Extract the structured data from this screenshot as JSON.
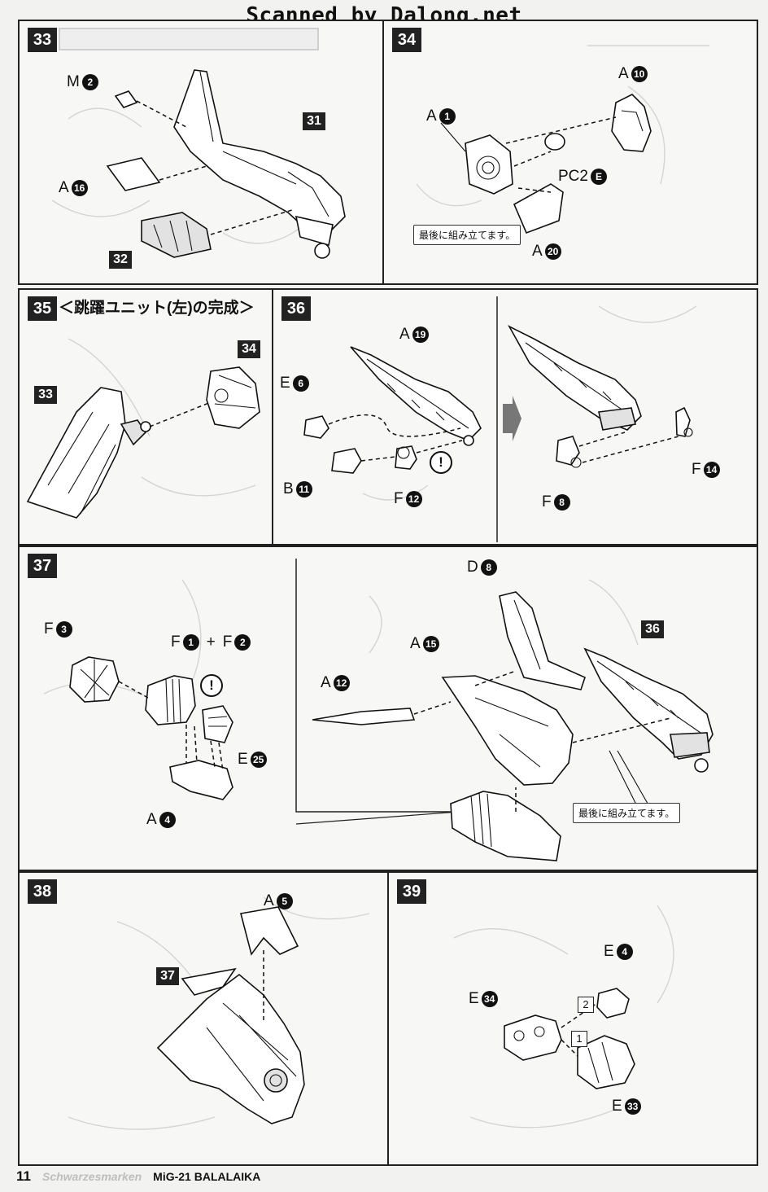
{
  "scan_credit": "Scanned by Dalong.net",
  "steps": {
    "s33": {
      "num": "33",
      "labels": {
        "m2_pre": "M",
        "m2_num": "2",
        "ref31": "31",
        "a16_pre": "A",
        "a16_num": "16",
        "ref32": "32"
      }
    },
    "s34": {
      "num": "34",
      "labels": {
        "a1_pre": "A",
        "a1_num": "1",
        "a10_pre": "A",
        "a10_num": "10",
        "pc2e_pre": "PC2",
        "pc2e_num": "E",
        "a20_pre": "A",
        "a20_num": "20"
      },
      "note": "最後に組み立てます。"
    },
    "s35": {
      "num": "35",
      "title": "＜跳躍ユニット(左)の完成＞",
      "labels": {
        "ref33": "33",
        "ref34": "34"
      }
    },
    "s36": {
      "num": "36",
      "labels": {
        "a19_pre": "A",
        "a19_num": "19",
        "e6_pre": "E",
        "e6_num": "6",
        "b11_pre": "B",
        "b11_num": "11",
        "f12_pre": "F",
        "f12_num": "12",
        "f8_pre": "F",
        "f8_num": "8",
        "f14_pre": "F",
        "f14_num": "14"
      },
      "warn": "!"
    },
    "s37": {
      "num": "37",
      "labels": {
        "f3_pre": "F",
        "f3_num": "3",
        "f1_pre": "F",
        "f1_num": "1",
        "plus": "+",
        "f2_pre": "F",
        "f2_num": "2",
        "e25_pre": "E",
        "e25_num": "25",
        "a4_pre": "A",
        "a4_num": "4",
        "d8_pre": "D",
        "d8_num": "8",
        "a15_pre": "A",
        "a15_num": "15",
        "ref36": "36",
        "a12_pre": "A",
        "a12_num": "12"
      },
      "warn": "!",
      "note": "最後に組み立てます。"
    },
    "s38": {
      "num": "38",
      "labels": {
        "a5_pre": "A",
        "a5_num": "5",
        "ref37": "37"
      }
    },
    "s39": {
      "num": "39",
      "labels": {
        "e4_pre": "E",
        "e4_num": "4",
        "e34_pre": "E",
        "e34_num": "34",
        "e33_pre": "E",
        "e33_num": "33",
        "order1": "1",
        "order2": "2"
      }
    }
  },
  "footer": {
    "page": "11",
    "series": "Schwarzesmarken",
    "model": "MiG-21 BALALAIKA"
  }
}
